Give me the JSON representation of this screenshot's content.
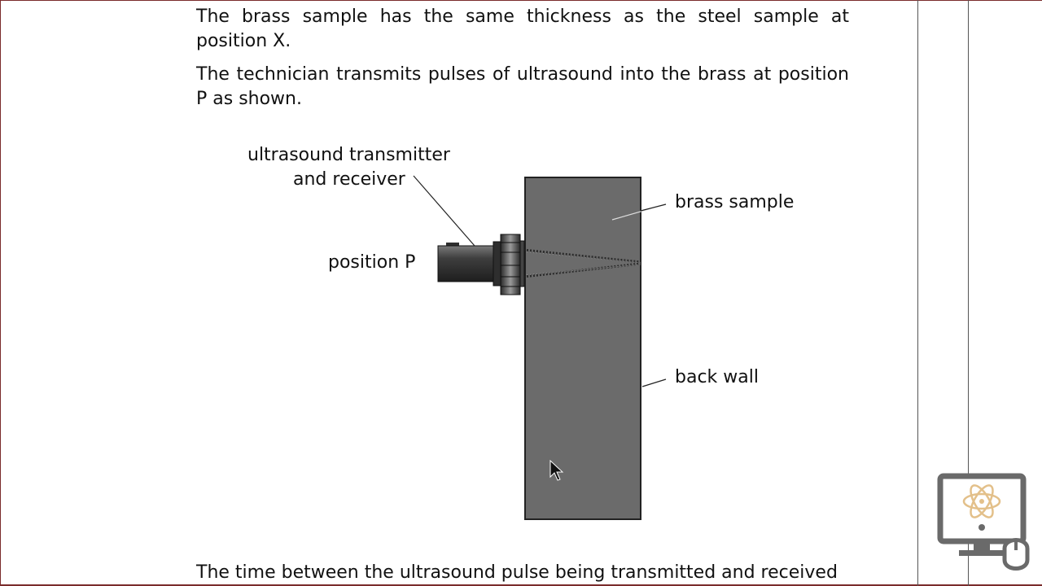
{
  "document": {
    "paragraphs": [
      "The brass sample has the same thickness as the steel sample at position X.",
      "The technician transmits pulses of ultrasound into the brass at position P as shown.",
      "The time between the ultrasound pulse being transmitted and received"
    ]
  },
  "diagram": {
    "labels": {
      "transmitter_line1": "ultrasound transmitter",
      "transmitter_line2": "and receiver",
      "brass_sample": "brass sample",
      "position_p": "position P",
      "back_wall": "back wall"
    },
    "colors": {
      "sample_fill": "#6b6b6b",
      "sample_stroke": "#222222",
      "probe_dark": "#3a3a3a"
    }
  },
  "overlay": {
    "logo_icon": "computer-atom-icon",
    "cursor_icon": "mouse-pointer-icon"
  }
}
